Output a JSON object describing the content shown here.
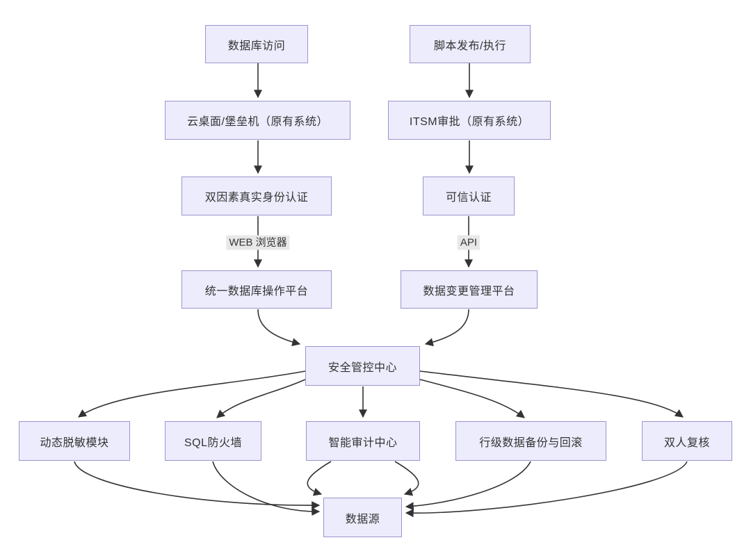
{
  "diagram": {
    "type": "flowchart",
    "nodes": {
      "db_access": {
        "label": "数据库访问"
      },
      "script_exec": {
        "label": "脚本发布/执行"
      },
      "cloud_desktop": {
        "label": "云桌面/堡垒机（原有系统）"
      },
      "itsm_approval": {
        "label": "ITSM审批（原有系统）"
      },
      "two_factor_auth": {
        "label": "双因素真实身份认证"
      },
      "trusted_auth": {
        "label": "可信认证"
      },
      "unified_db_platform": {
        "label": "统一数据库操作平台"
      },
      "data_change_platform": {
        "label": "数据变更管理平台"
      },
      "security_center": {
        "label": "安全管控中心"
      },
      "dynamic_masking": {
        "label": "动态脱敏模块"
      },
      "sql_firewall": {
        "label": "SQL防火墙"
      },
      "audit_center": {
        "label": "智能审计中心"
      },
      "row_backup_rollback": {
        "label": "行级数据备份与回滚"
      },
      "dual_review": {
        "label": "双人复核"
      },
      "data_source": {
        "label": "数据源"
      }
    },
    "edge_labels": {
      "web_browser": {
        "label": "WEB 浏览器"
      },
      "api": {
        "label": "API"
      }
    },
    "edges": [
      {
        "from": "数据库访问",
        "to": "云桌面/堡垒机（原有系统）"
      },
      {
        "from": "脚本发布/执行",
        "to": "ITSM审批（原有系统）"
      },
      {
        "from": "云桌面/堡垒机（原有系统）",
        "to": "双因素真实身份认证"
      },
      {
        "from": "ITSM审批（原有系统）",
        "to": "可信认证"
      },
      {
        "from": "双因素真实身份认证",
        "to": "统一数据库操作平台",
        "label": "WEB 浏览器"
      },
      {
        "from": "可信认证",
        "to": "数据变更管理平台",
        "label": "API"
      },
      {
        "from": "统一数据库操作平台",
        "to": "安全管控中心"
      },
      {
        "from": "数据变更管理平台",
        "to": "安全管控中心"
      },
      {
        "from": "安全管控中心",
        "to": "动态脱敏模块"
      },
      {
        "from": "安全管控中心",
        "to": "SQL防火墙"
      },
      {
        "from": "安全管控中心",
        "to": "智能审计中心"
      },
      {
        "from": "安全管控中心",
        "to": "行级数据备份与回滚"
      },
      {
        "from": "安全管控中心",
        "to": "双人复核"
      },
      {
        "from": "动态脱敏模块",
        "to": "数据源"
      },
      {
        "from": "SQL防火墙",
        "to": "数据源"
      },
      {
        "from": "智能审计中心",
        "to": "数据源"
      },
      {
        "from": "智能审计中心",
        "to": "数据源"
      },
      {
        "from": "行级数据备份与回滚",
        "to": "数据源"
      },
      {
        "from": "双人复核",
        "to": "数据源"
      }
    ],
    "colors": {
      "node_fill": "#ececfc",
      "node_border": "#9a94ce",
      "edge_line": "#333333",
      "node_text": "#333333",
      "edge_label_bg": "#e8e8e8",
      "canvas_bg": "#ffffff"
    }
  }
}
